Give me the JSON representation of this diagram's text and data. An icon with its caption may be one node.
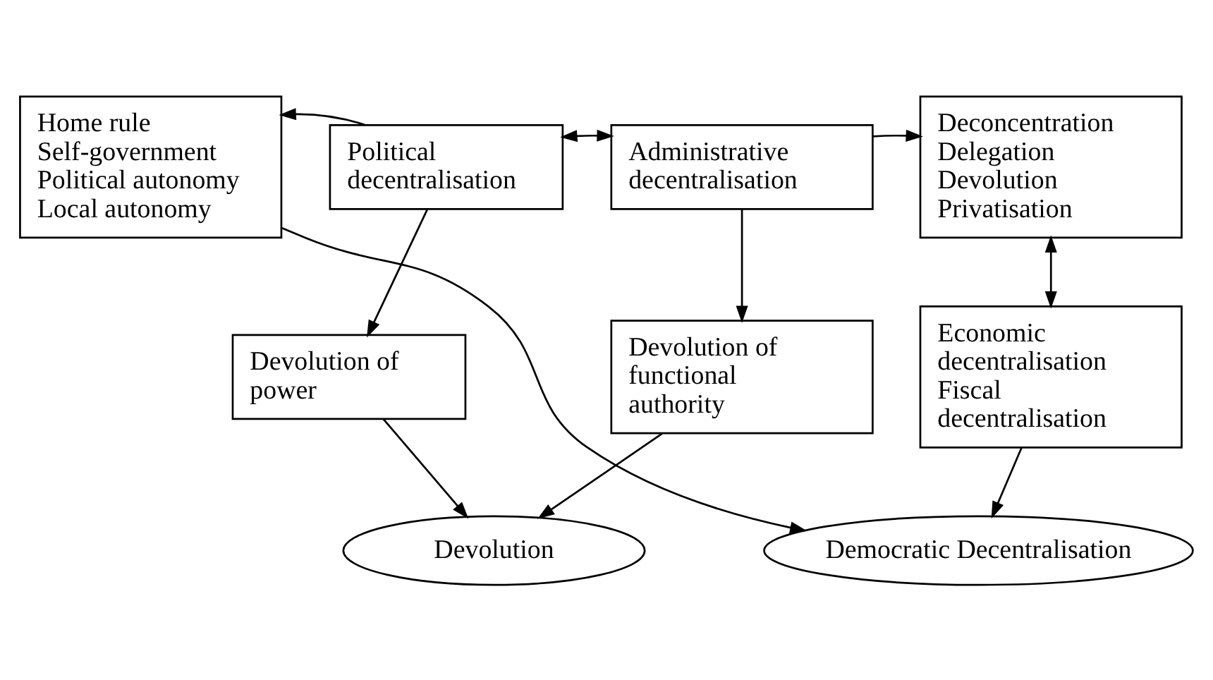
{
  "diagram": {
    "nodes": [
      {
        "text": [
          "Home rule",
          "Self-government",
          "Political autonomy",
          "Local autonomy"
        ]
      },
      {
        "text": [
          "Political decentralisation"
        ]
      },
      {
        "text": [
          "Administrative decentralisation"
        ]
      },
      {
        "text": [
          "Deconcentration",
          "Delegation",
          "Devolution",
          "Privatisation"
        ]
      },
      {
        "text": [
          "Devolution of power"
        ]
      },
      {
        "text": [
          "Devolution of functional authority"
        ]
      },
      {
        "text": [
          "Economic decentralisation",
          "Fiscal decentralisation"
        ]
      },
      {
        "text": [
          "Devolution"
        ]
      },
      {
        "text": [
          "Democratic Decentralisation"
        ]
      }
    ],
    "edges": [
      {
        "from": 1,
        "to": 0,
        "arrow": "to"
      },
      {
        "from": 1,
        "to": 2,
        "arrow": "both"
      },
      {
        "from": 2,
        "to": 3,
        "arrow": "to"
      },
      {
        "from": 1,
        "to": 4,
        "arrow": "to"
      },
      {
        "from": 2,
        "to": 5,
        "arrow": "to"
      },
      {
        "from": 3,
        "to": 6,
        "arrow": "both"
      },
      {
        "from": 4,
        "to": 7,
        "arrow": "to"
      },
      {
        "from": 5,
        "to": 7,
        "arrow": "to"
      },
      {
        "from": 0,
        "to": 8,
        "arrow": "to"
      },
      {
        "from": 6,
        "to": 8,
        "arrow": "to"
      }
    ]
  }
}
